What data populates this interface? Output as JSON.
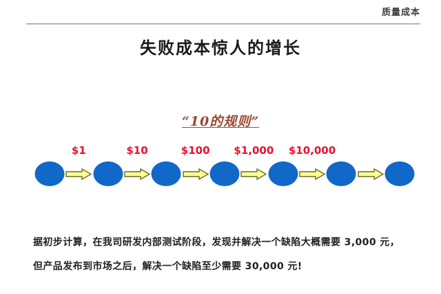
{
  "header": {
    "label": "质量成本"
  },
  "title": "失败成本惊人的增长",
  "subtitle": "“10的规则”",
  "chain": {
    "node_color": "#1168c8",
    "arrow_fill": "#ffff99",
    "arrow_stroke": "#6b6b1a",
    "label_color": "#e8112d",
    "nodes": [
      {
        "name": "stage-1"
      },
      {
        "name": "stage-2"
      },
      {
        "name": "stage-3"
      },
      {
        "name": "stage-4"
      },
      {
        "name": "stage-5"
      },
      {
        "name": "stage-6"
      },
      {
        "name": "stage-7"
      }
    ],
    "labels": [
      "$1",
      "$10",
      "$100",
      "$1,000",
      "$10,000"
    ],
    "arrows": 6
  },
  "body": {
    "line1": "据初步计算，在我司研发内部测试阶段，发现并解决一个缺陷大概需要 3,000 元，",
    "line2": "但产品发布到市场之后，解决一个缺陷至少需要 30,000 元!"
  },
  "colors": {
    "accent_red": "#e8112d",
    "accent_blue": "#1168c8",
    "accent_brown": "#9a4a30",
    "arrow_yellow": "#ffff99"
  }
}
